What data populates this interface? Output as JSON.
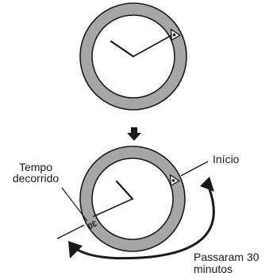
{
  "watch_before": {
    "hour_hand": "≈10 o'clock",
    "minute_hand": "≈2 o'clock",
    "bezel_marker": "triangle"
  },
  "arrow_between": "down",
  "watch_after": {
    "bezel_numeral": "30",
    "bezel_marker": "triangle"
  },
  "labels": {
    "tempo": "Tempo",
    "decorrido": "decorrido",
    "inicio": "Início",
    "passaram": "Passaram 30",
    "minutos": "minutos"
  },
  "colors": {
    "bezel": "#a6a6a6",
    "outline": "#1a1a1a",
    "dial": "#ffffff"
  }
}
